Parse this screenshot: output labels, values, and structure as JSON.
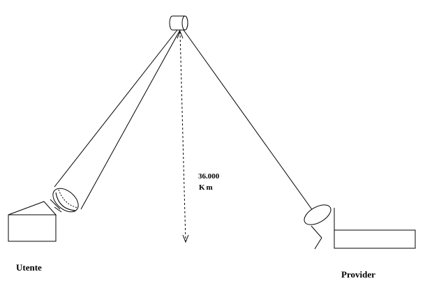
{
  "diagram": {
    "distance": {
      "value": "36.000",
      "unit": "Km"
    },
    "labels": {
      "user": "Utente",
      "provider": "Provider"
    },
    "colors": {
      "stroke": "#000000",
      "background": "#ffffff"
    }
  }
}
